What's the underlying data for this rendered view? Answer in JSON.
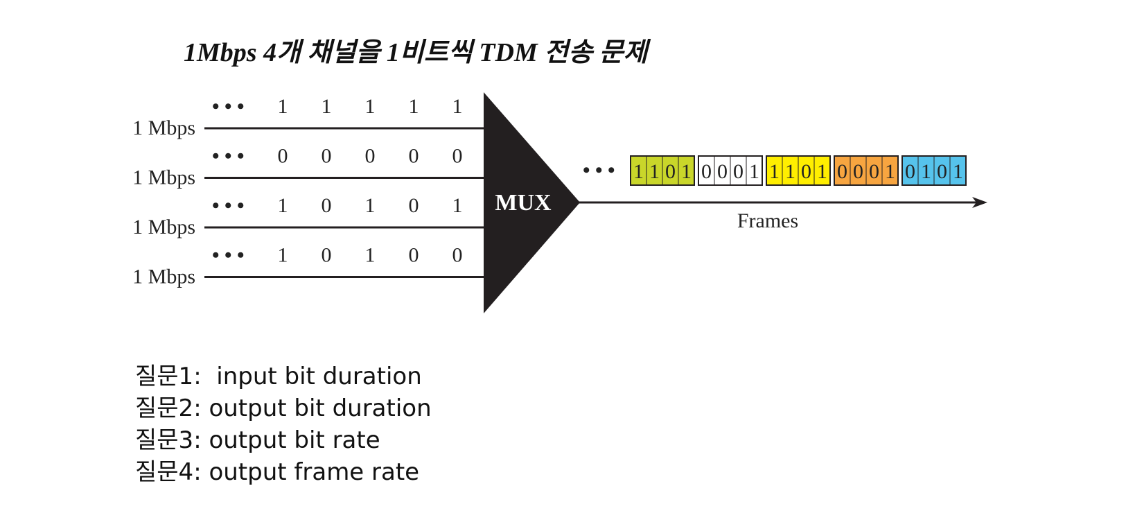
{
  "title": "1Mbps 4개 채널을 1비트씩 TDM 전송 문제",
  "inputs": [
    {
      "rate": "1 Mbps",
      "bits": [
        "1",
        "1",
        "1",
        "1",
        "1"
      ]
    },
    {
      "rate": "1 Mbps",
      "bits": [
        "0",
        "0",
        "0",
        "0",
        "0"
      ]
    },
    {
      "rate": "1 Mbps",
      "bits": [
        "1",
        "0",
        "1",
        "0",
        "1"
      ]
    },
    {
      "rate": "1 Mbps",
      "bits": [
        "1",
        "0",
        "1",
        "0",
        "0"
      ]
    }
  ],
  "ellipsis": "• • •",
  "mux_label": "MUX",
  "output_label": "Frames",
  "frames": [
    {
      "bits": [
        "1",
        "1",
        "0",
        "1"
      ],
      "color": "#c9d62a"
    },
    {
      "bits": [
        "0",
        "0",
        "0",
        "1"
      ],
      "color": "#ffffff"
    },
    {
      "bits": [
        "1",
        "1",
        "0",
        "1"
      ],
      "color": "#ffee00"
    },
    {
      "bits": [
        "0",
        "0",
        "0",
        "1"
      ],
      "color": "#f7a540"
    },
    {
      "bits": [
        "0",
        "1",
        "0",
        "1"
      ],
      "color": "#56c3ec"
    }
  ],
  "questions": [
    "질문1:  input bit duration",
    "질문2: output bit duration",
    "질문3: output bit rate",
    "질문4: output frame rate"
  ]
}
